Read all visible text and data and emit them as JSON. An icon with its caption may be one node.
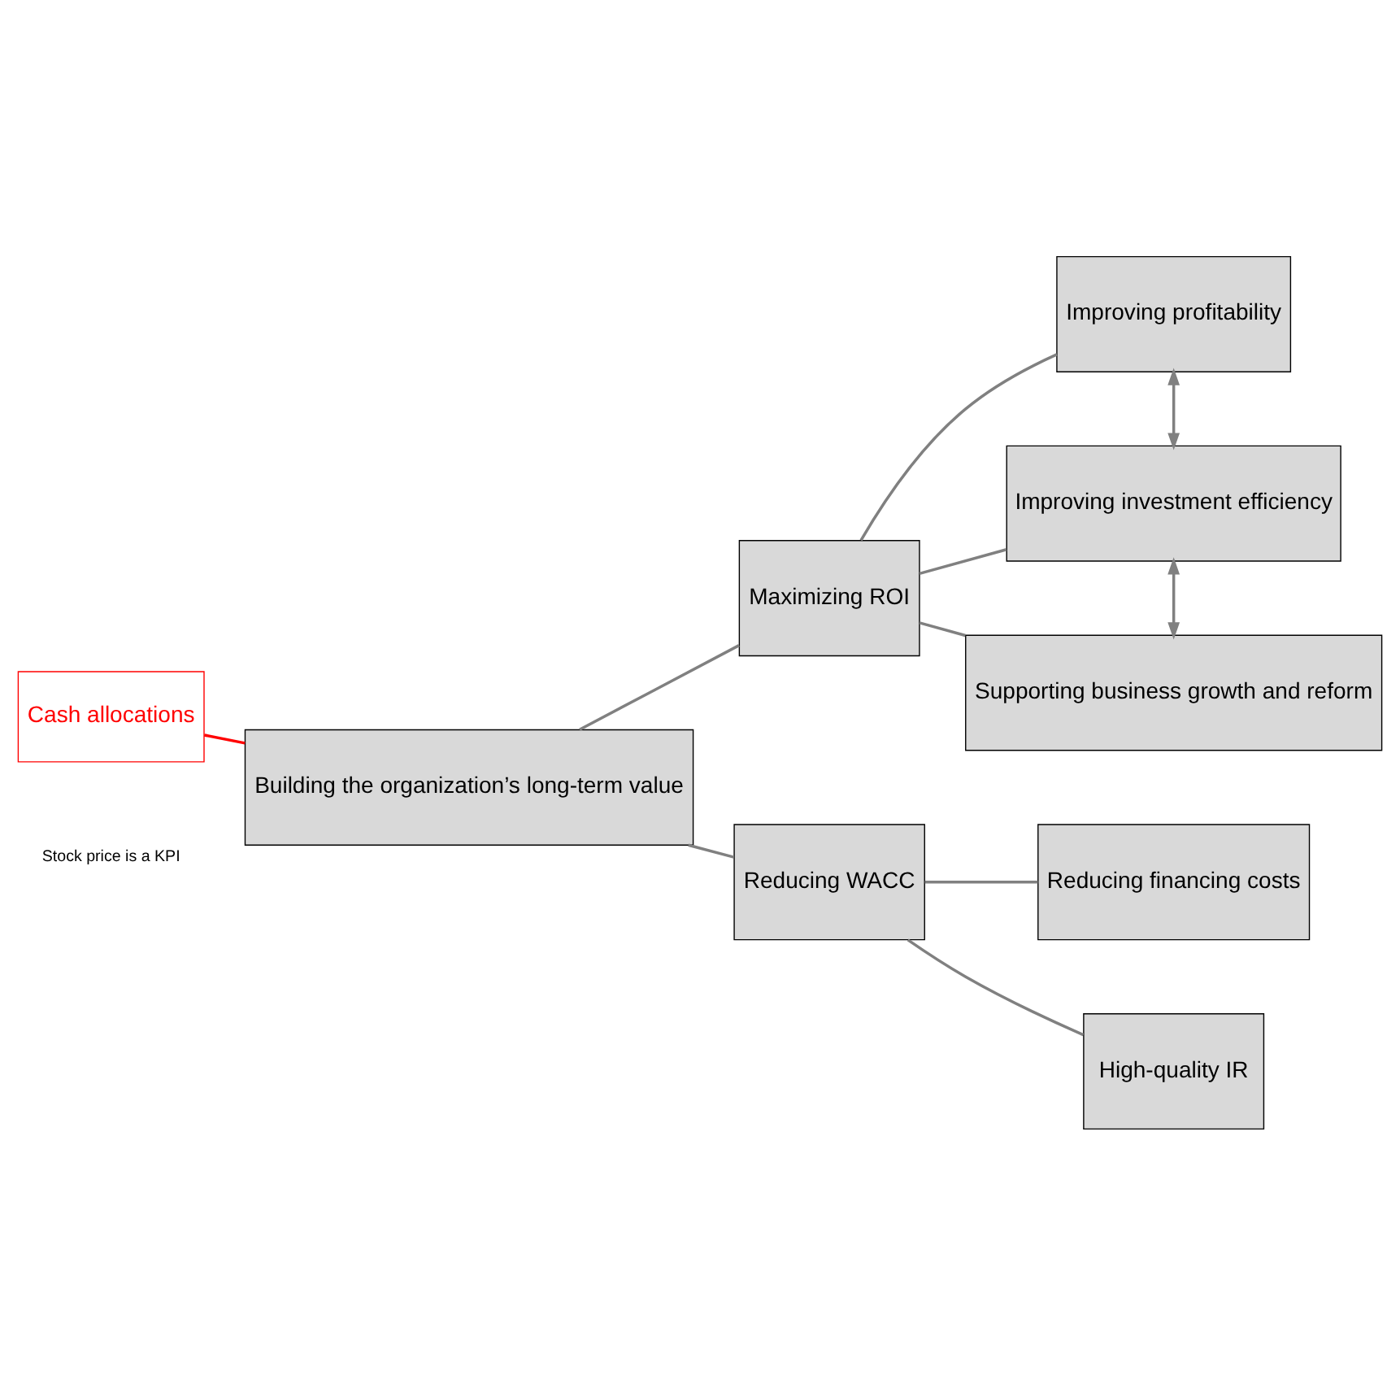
{
  "diagram": {
    "nodes": [
      {
        "text": [
          "Building the organization’s long-term value"
        ]
      },
      {
        "text": [
          "Maximizing ROI"
        ]
      },
      {
        "text": [
          "Improving profitability"
        ]
      },
      {
        "text": [
          "Improving investment efficiency"
        ]
      },
      {
        "text": [
          "Supporting business growth and reform"
        ]
      },
      {
        "text": [
          "Reducing WACC"
        ]
      },
      {
        "text": [
          "Reducing financing costs"
        ]
      },
      {
        "text": [
          "High-quality IR"
        ]
      },
      {
        "text": [
          "Cash allocations"
        ]
      }
    ],
    "edges": [
      {
        "from": 0,
        "to": 1,
        "arrow": "none"
      },
      {
        "from": 0,
        "to": 5,
        "arrow": "none"
      },
      {
        "from": 1,
        "to": 2,
        "arrow": "none"
      },
      {
        "from": 1,
        "to": 3,
        "arrow": "none"
      },
      {
        "from": 1,
        "to": 4,
        "arrow": "none"
      },
      {
        "from": 2,
        "to": 3,
        "arrow": "both"
      },
      {
        "from": 3,
        "to": 4,
        "arrow": "both"
      },
      {
        "from": 5,
        "to": 6,
        "arrow": "none"
      },
      {
        "from": 5,
        "to": 7,
        "arrow": "none"
      },
      {
        "from": 8,
        "to": 0,
        "arrow": "none",
        "color": "#ff0000"
      }
    ],
    "labels": [
      "Stock price is a KPI"
    ]
  }
}
